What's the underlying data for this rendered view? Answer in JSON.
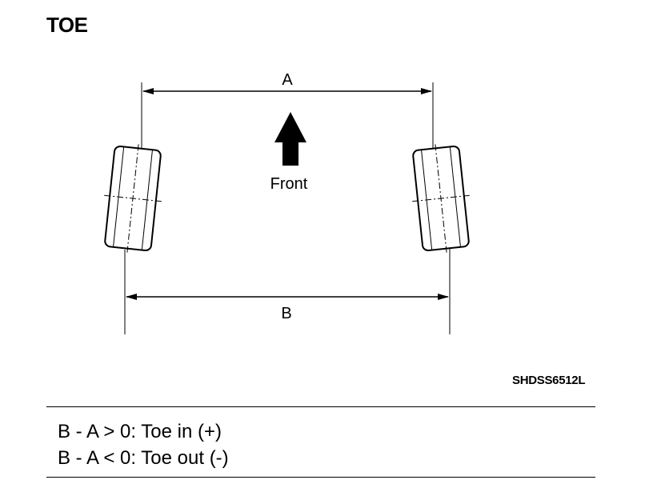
{
  "title": "TOE",
  "labels": {
    "dimension_a": "A",
    "dimension_b": "B",
    "front": "Front"
  },
  "figure_code": "SHDSS6512L",
  "formulas": [
    "B - A > 0: Toe in (+)",
    "B - A < 0: Toe out (-)"
  ]
}
